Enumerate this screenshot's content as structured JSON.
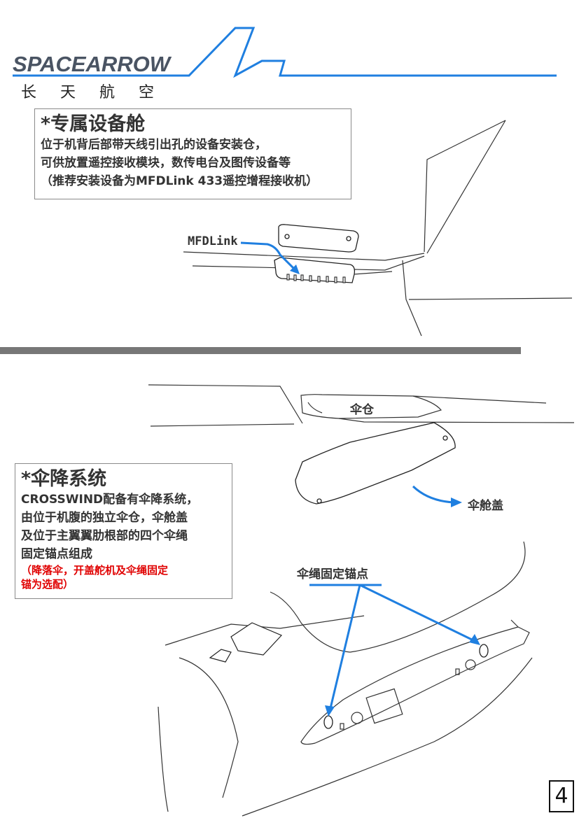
{
  "header": {
    "brand": "SPACEARROW",
    "brand_cn": [
      "长",
      "天",
      "航",
      "空"
    ],
    "accent_color": "#1f7fe0"
  },
  "section1": {
    "title": "*专属设备舱",
    "lines": [
      "位于机背后部带天线引出孔的设备安装仓，",
      "可供放置遥控接收模块，数传电台及图传设备等",
      "（推荐安装设备为MFDLink 433遥控增程接收机）"
    ],
    "callout": "MFDLink"
  },
  "section2": {
    "title": "*伞降系统",
    "lines": [
      "CROSSWIND配备有伞降系统，",
      "由位于机腹的独立伞仓，伞舱盖",
      "及位于主翼翼肋根部的四个伞绳",
      "固定锚点组成"
    ],
    "note_lines": [
      "（降落伞，开盖舵机及伞绳固定",
      "锚为选配）"
    ],
    "note_color": "#e00000",
    "labels": {
      "chute_bay": "伞仓",
      "chute_cover": "伞舱盖",
      "anchor_points": "伞绳固定锚点"
    }
  },
  "page_number": "4"
}
